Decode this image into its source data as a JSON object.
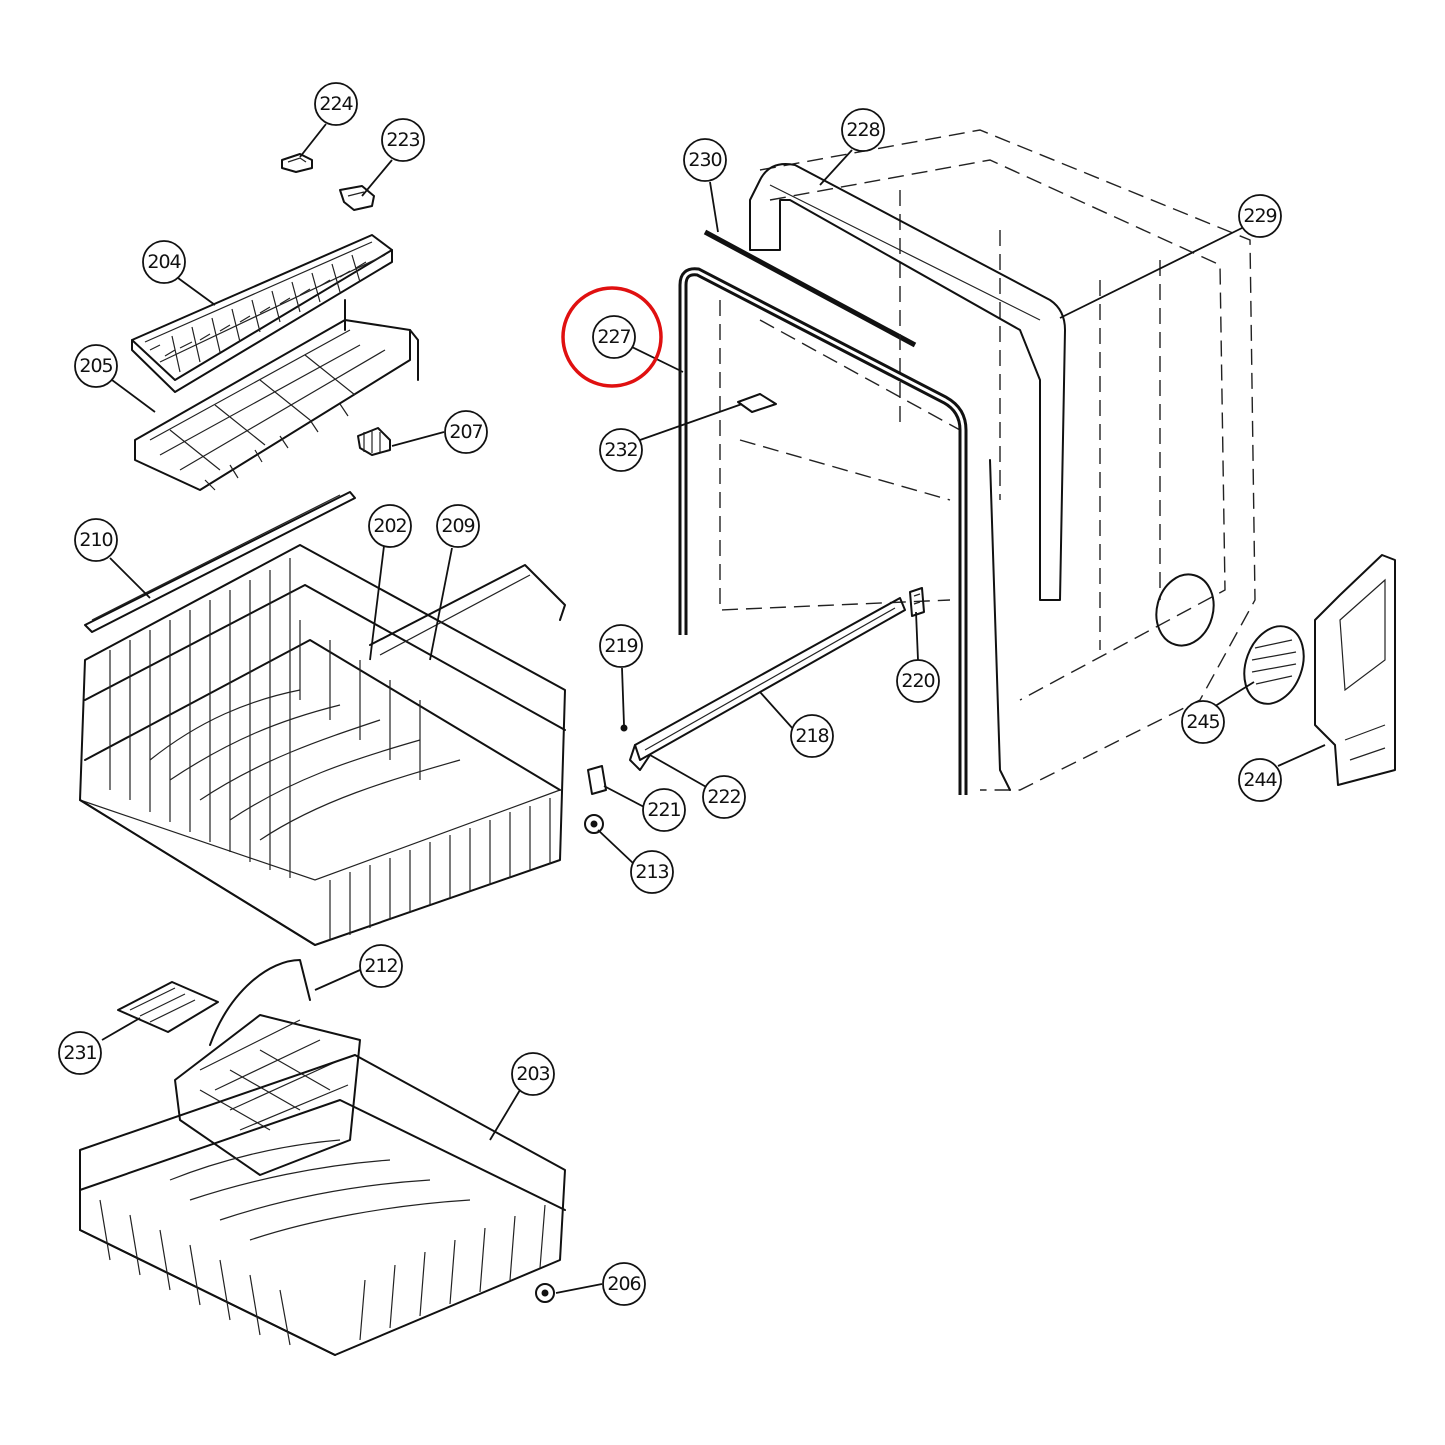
{
  "diagram": {
    "type": "exploded-parts-diagram",
    "highlight": {
      "part": "227",
      "color": "#e01010"
    },
    "callouts": [
      {
        "id": "224",
        "label": "224"
      },
      {
        "id": "223",
        "label": "223"
      },
      {
        "id": "204",
        "label": "204"
      },
      {
        "id": "205",
        "label": "205"
      },
      {
        "id": "207",
        "label": "207"
      },
      {
        "id": "210",
        "label": "210"
      },
      {
        "id": "202",
        "label": "202"
      },
      {
        "id": "209",
        "label": "209"
      },
      {
        "id": "228",
        "label": "228"
      },
      {
        "id": "230",
        "label": "230"
      },
      {
        "id": "229",
        "label": "229"
      },
      {
        "id": "227",
        "label": "227"
      },
      {
        "id": "232",
        "label": "232"
      },
      {
        "id": "219",
        "label": "219"
      },
      {
        "id": "220",
        "label": "220"
      },
      {
        "id": "218",
        "label": "218"
      },
      {
        "id": "221",
        "label": "221"
      },
      {
        "id": "222",
        "label": "222"
      },
      {
        "id": "213",
        "label": "213"
      },
      {
        "id": "245",
        "label": "245"
      },
      {
        "id": "244",
        "label": "244"
      },
      {
        "id": "212",
        "label": "212"
      },
      {
        "id": "231",
        "label": "231"
      },
      {
        "id": "203",
        "label": "203"
      },
      {
        "id": "206",
        "label": "206"
      }
    ]
  }
}
